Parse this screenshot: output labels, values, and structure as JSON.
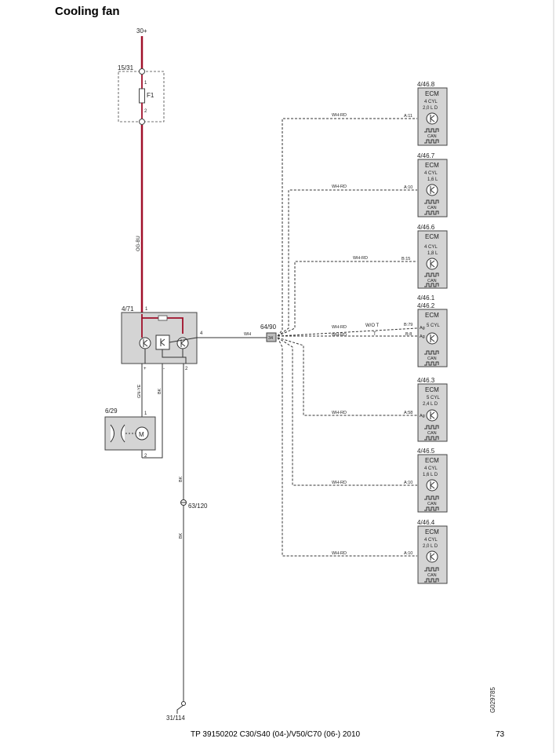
{
  "page": {
    "title": "Cooling fan",
    "footer": "TP 39150202 C30/S40 (04-)/V50/C70 (06-) 2010",
    "page_number": "73",
    "figure_id": "G029785"
  },
  "supply": {
    "label": "30+"
  },
  "fuse_box": {
    "id": "15/31",
    "fuse": "F1",
    "pin1": "1",
    "pin2": "2"
  },
  "wire_supply": "OG-BU",
  "fan_control": {
    "id": "4/71",
    "pin1": "1",
    "pin4": "4",
    "pin_plus": "+",
    "pin_minus": "-",
    "pin2": "2"
  },
  "wire_fan_output": "GN-YE",
  "wire_bk_short": "BK",
  "fan_motor": {
    "id": "6/29",
    "pin1": "1",
    "pin2": "2"
  },
  "wire_ground_1": "BK",
  "wire_ground_2": "BK",
  "ground_splice": "63/120",
  "ground_point": "31/114",
  "wire_signal": "WH",
  "splice": {
    "id": "64/90",
    "pin": "34"
  },
  "ecms": [
    {
      "id": "4/46.8",
      "id2": "",
      "title": "ECM",
      "line1": "4 CYL",
      "line2": "2,0 L D",
      "pin": "A:11",
      "pin_label": "",
      "wire": "WH-RD",
      "can": "CAN"
    },
    {
      "id": "4/46.7",
      "id2": "",
      "title": "ECM",
      "line1": "4 CYL",
      "line2": "1,6 L",
      "pin": "A:10",
      "pin_label": "",
      "wire": "WH-RD",
      "can": "CAN"
    },
    {
      "id": "4/46.6",
      "id2": "",
      "title": "ECM",
      "line1": "4 CYL",
      "line2": "1,8 L",
      "pin": "B:15",
      "pin_label": "",
      "wire": "WH-RD",
      "can": "CAN"
    },
    {
      "id": "4/46.1",
      "id2": "4/46.2",
      "title": "ECM",
      "line1": "5 CYL",
      "line2": "",
      "pin": "B:79",
      "pin_b": "B:8",
      "pin_label": "Ag",
      "wire": "WH-RD",
      "wire_b": "WH-RD",
      "wire_note_a": "W/O T",
      "wire_note_b": "T",
      "can": "CAN"
    },
    {
      "id": "4/46.3",
      "id2": "",
      "title": "ECM",
      "line1": "5 CYL",
      "line2": "2,4 L D",
      "pin": "A:58",
      "pin_label": "Ag",
      "wire": "WH-RD",
      "can": "CAN"
    },
    {
      "id": "4/46.5",
      "id2": "",
      "title": "ECM",
      "line1": "4 CYL",
      "line2": "1,6 L D",
      "pin": "A:10",
      "pin_label": "",
      "wire": "WH-RD",
      "can": "CAN"
    },
    {
      "id": "4/46.4",
      "id2": "",
      "title": "ECM",
      "line1": "4 CYL",
      "line2": "2,0 L D",
      "pin": "A:10",
      "pin_label": "",
      "wire": "WH-RD",
      "can": "CAN"
    }
  ]
}
